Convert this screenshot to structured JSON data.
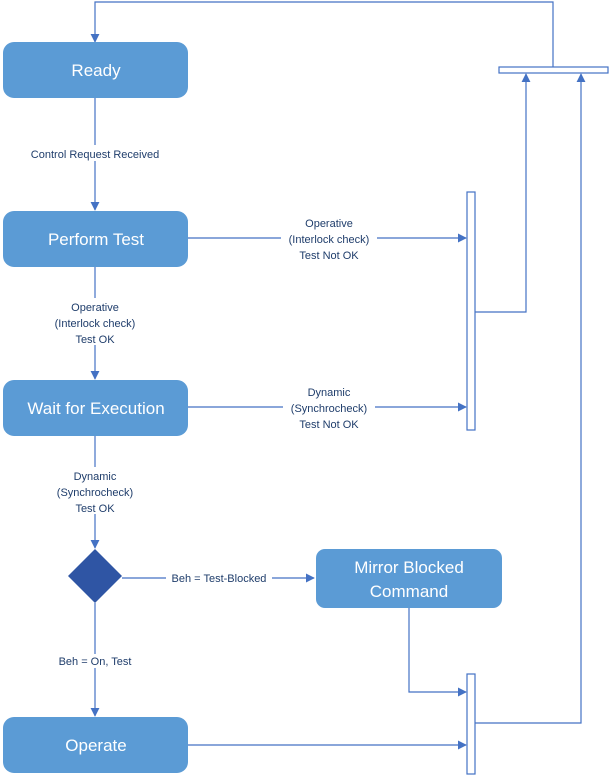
{
  "colors": {
    "state_fill": "#5b9bd5",
    "decision_fill": "#2f55a4",
    "edge": "#4472c4",
    "label_text": "#1f3d6b"
  },
  "states": {
    "ready": "Ready",
    "perform_test": "Perform Test",
    "wait_for_execution": "Wait for Execution",
    "mirror_blocked_line1": "Mirror Blocked",
    "mirror_blocked_line2": "Command",
    "operate": "Operate"
  },
  "transitions": {
    "control_request": "Control Request Received",
    "operative_ok": [
      "Operative",
      "(Interlock check)",
      "Test OK"
    ],
    "operative_not_ok": [
      "Operative",
      "(Interlock check)",
      "Test Not OK"
    ],
    "dynamic_ok": [
      "Dynamic",
      "(Synchrocheck)",
      "Test OK"
    ],
    "dynamic_not_ok": [
      "Dynamic",
      "(Synchrocheck)",
      "Test Not OK"
    ],
    "beh_test_blocked": "Beh = Test-Blocked",
    "beh_on_test": "Beh = On, Test"
  }
}
